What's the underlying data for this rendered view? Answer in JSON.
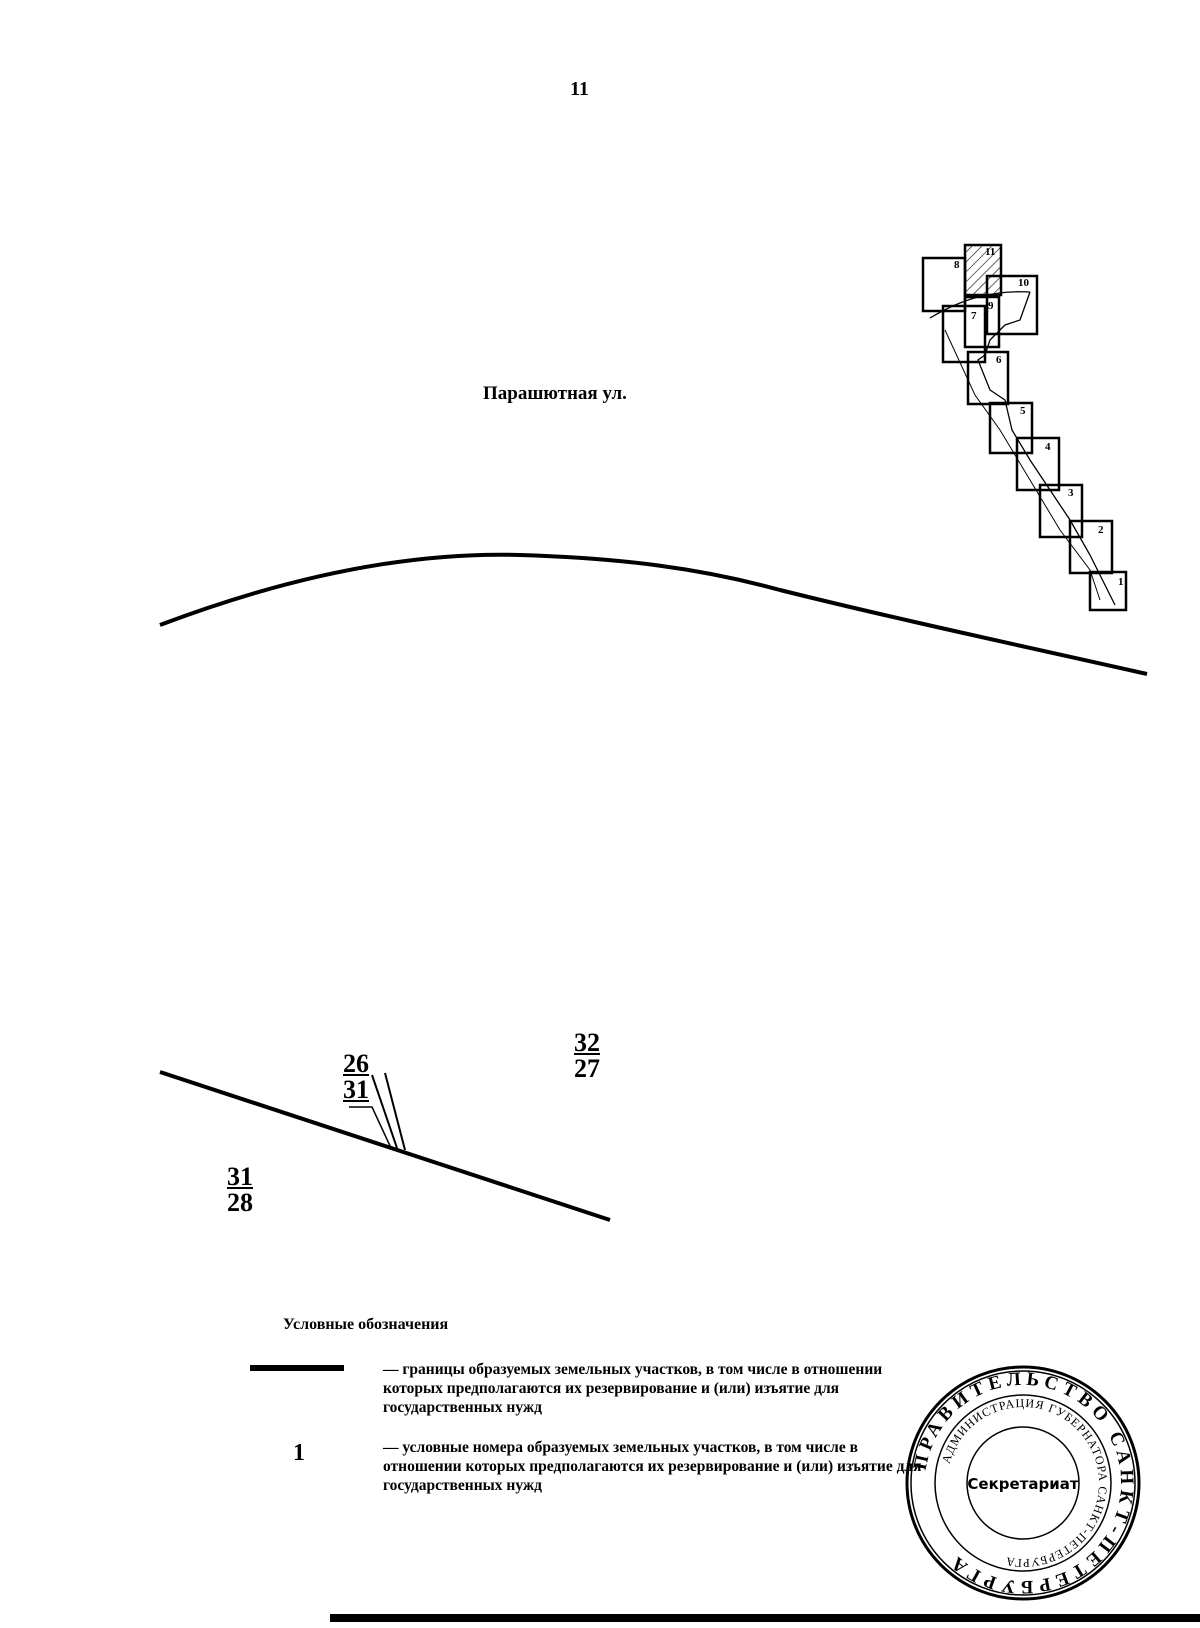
{
  "page_number": "11",
  "street_label": "Парашютная ул.",
  "plot_labels": {
    "top_pair": {
      "top": "32",
      "bottom": "27"
    },
    "mid_pair": {
      "top": "26",
      "bottom": "31"
    },
    "left_pair": {
      "top": "31",
      "bottom": "28"
    }
  },
  "inset_labels": [
    "1",
    "2",
    "3",
    "4",
    "5",
    "6",
    "7",
    "8",
    "9",
    "10",
    "11"
  ],
  "legend": {
    "title": "Условные обозначения",
    "items": [
      {
        "symbol": "",
        "dash": "—",
        "description": "границы образуемых земельных участков, в том числе в отношении которых предполагаются их резервирование и (или) изъятие для государственных нужд"
      },
      {
        "symbol": "1",
        "dash": "—",
        "description": "условные номера образуемых земельных участков, в том числе в отношении которых предполагаются их резервирование и (или) изъятие для государственных нужд"
      }
    ]
  },
  "stamp": {
    "outer_text": "ПРАВИТЕЛЬСТВО САНКТ-ПЕТЕРБУРГА",
    "inner_text": "АДМИНИСТРАЦИЯ ГУБЕРНАТОРА САНКТ-ПЕТЕРБУРГА",
    "center_text": "Секретариат"
  }
}
